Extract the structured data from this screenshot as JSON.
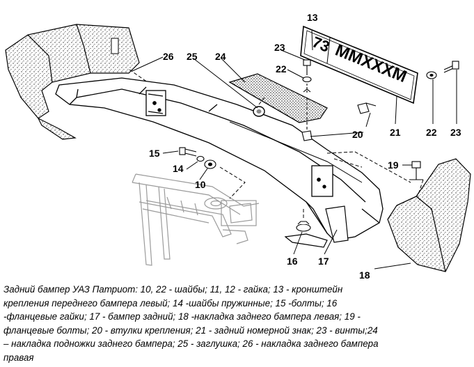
{
  "diagram": {
    "callouts": [
      {
        "id": "label-26",
        "text": "26"
      },
      {
        "id": "label-25",
        "text": "25"
      },
      {
        "id": "label-24",
        "text": "24"
      },
      {
        "id": "label-23-top",
        "text": "23"
      },
      {
        "id": "label-22-top",
        "text": "22"
      },
      {
        "id": "label-13",
        "text": "13"
      },
      {
        "id": "label-20",
        "text": "20"
      },
      {
        "id": "label-21",
        "text": "21"
      },
      {
        "id": "label-22-right",
        "text": "22"
      },
      {
        "id": "label-23-right",
        "text": "23"
      },
      {
        "id": "label-15",
        "text": "15"
      },
      {
        "id": "label-14",
        "text": "14"
      },
      {
        "id": "label-10",
        "text": "10"
      },
      {
        "id": "label-19",
        "text": "19"
      },
      {
        "id": "label-16",
        "text": "16"
      },
      {
        "id": "label-17",
        "text": "17"
      },
      {
        "id": "label-18",
        "text": "18"
      }
    ],
    "plate_text": "MMXXXM",
    "plate_region": "73"
  },
  "caption": {
    "lines": [
      "Задний бампер УАЗ Патриот: 10, 22 - шайбы; 11, 12 - гайка; 13 - кронштейн",
      "крепления переднего бампера левый; 14 -шайбы пружинные; 15 -болты; 16",
      "-фланцевые гайки; 17 - бампер задний; 18 -накладка заднего бампера левая; 19 -",
      "фланцевые болты; 20 - втулки крепления; 21 - задний номерной знак; 23 - винты;24",
      "– накладка подножки заднего бампера; 25 - заглушка; 26 - накладка заднего бампера",
      "правая"
    ]
  }
}
